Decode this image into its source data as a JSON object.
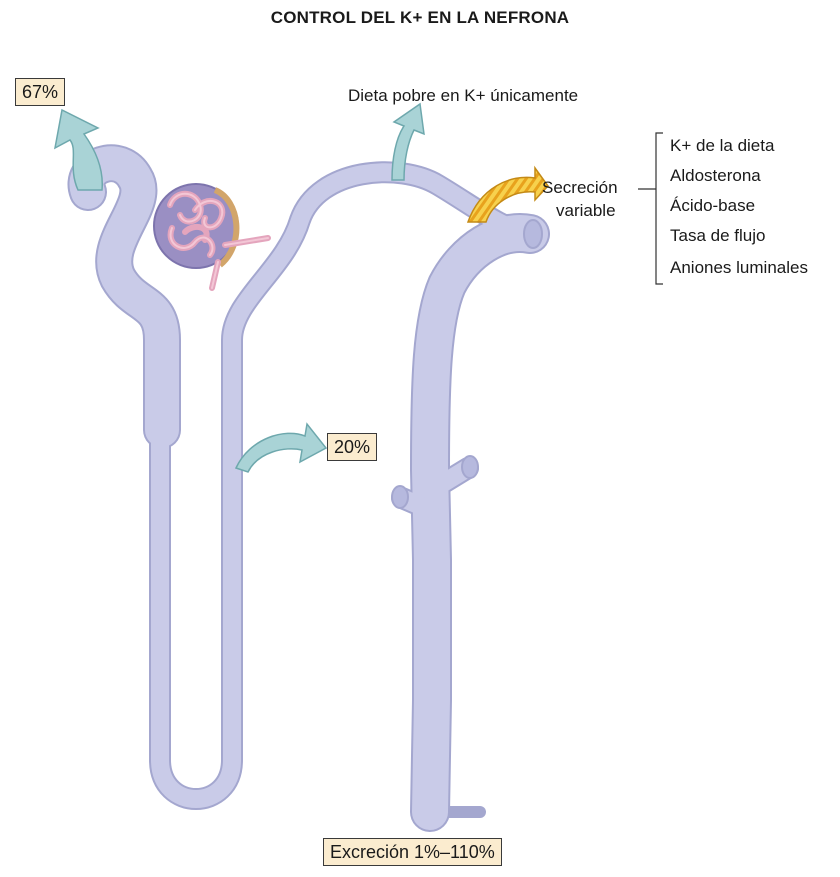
{
  "title": "CONTROL DEL K+ EN LA NEFRONA",
  "pct_proximal": "67%",
  "pct_loop": "20%",
  "excretion": "Excreción 1%–110%",
  "diet_note": "Dieta pobre en K+ únicamente",
  "secretion_line1": "Secreción",
  "secretion_line2": "variable",
  "factors": [
    "K+ de la dieta",
    "Aldosterona",
    "Ácido-base",
    "Tasa de flujo",
    "Aniones luminales"
  ],
  "colors": {
    "tubule": "#c9cbe8",
    "tubule_edge": "#a4a7cf",
    "arrow": "#a9d3d6",
    "label_box": "#fbeccf",
    "glomerulus": "#ecb9cc",
    "capsule": "#8f87bf",
    "secretion_arrow": "#f2c23a"
  }
}
